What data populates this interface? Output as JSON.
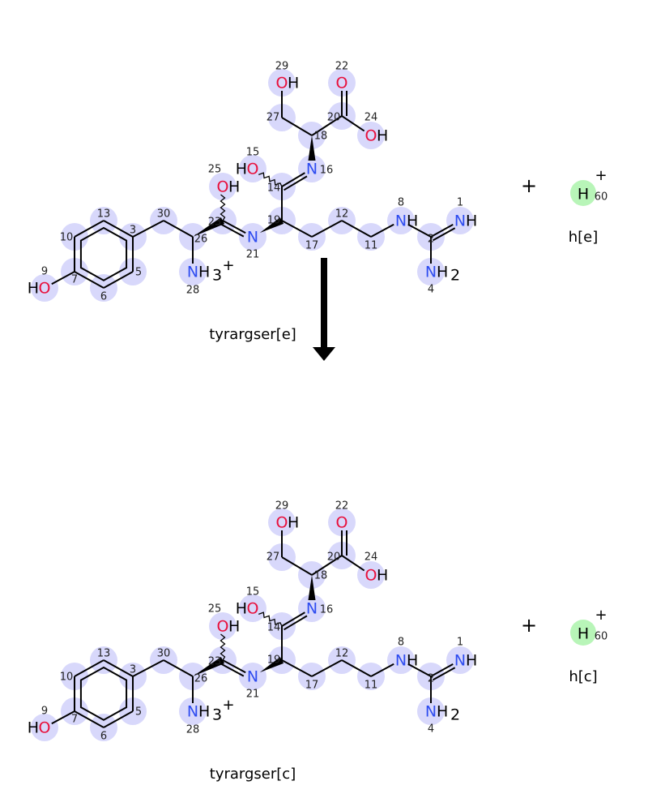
{
  "colors": {
    "O": "#e8103c",
    "N": "#2e4cf0",
    "highlight": "#d8d8fb",
    "proton_highlight": "#b8f5b8",
    "bond": "#000000"
  },
  "reaction": {
    "reactant_name": "tyrargser[e]",
    "product_name": "tyrargser[c]",
    "plus_sign": "+",
    "proton_left": {
      "symbol": "H",
      "charge": "+",
      "number": "60",
      "name": "h[e]"
    },
    "proton_right": {
      "symbol": "H",
      "charge": "+",
      "number": "60",
      "name": "h[c]"
    }
  },
  "molecule_atoms": [
    {
      "n": "1",
      "el": "N",
      "h": "H"
    },
    {
      "n": "2",
      "el": "C"
    },
    {
      "n": "3",
      "el": "C"
    },
    {
      "n": "4",
      "el": "N",
      "h": "H",
      "sub": "2"
    },
    {
      "n": "5",
      "el": "C"
    },
    {
      "n": "6",
      "el": "C"
    },
    {
      "n": "7",
      "el": "C"
    },
    {
      "n": "8",
      "el": "N",
      "h": "H"
    },
    {
      "n": "9",
      "el": "O",
      "hl": "H"
    },
    {
      "n": "10",
      "el": "C"
    },
    {
      "n": "11",
      "el": "C"
    },
    {
      "n": "12",
      "el": "C"
    },
    {
      "n": "13",
      "el": "C"
    },
    {
      "n": "14",
      "el": "C"
    },
    {
      "n": "15",
      "el": "O",
      "hl": "H"
    },
    {
      "n": "16",
      "el": "N"
    },
    {
      "n": "17",
      "el": "C"
    },
    {
      "n": "18",
      "el": "C"
    },
    {
      "n": "19",
      "el": "C"
    },
    {
      "n": "20",
      "el": "C"
    },
    {
      "n": "21",
      "el": "N"
    },
    {
      "n": "22",
      "el": "O"
    },
    {
      "n": "23",
      "el": "C"
    },
    {
      "n": "24",
      "el": "O",
      "h": "H"
    },
    {
      "n": "25",
      "el": "O",
      "h": "H"
    },
    {
      "n": "26",
      "el": "C"
    },
    {
      "n": "27",
      "el": "C"
    },
    {
      "n": "28",
      "el": "N",
      "h": "H",
      "sub": "3",
      "charge": "+"
    },
    {
      "n": "29",
      "el": "O",
      "h": "H"
    },
    {
      "n": "30",
      "el": "C"
    }
  ]
}
